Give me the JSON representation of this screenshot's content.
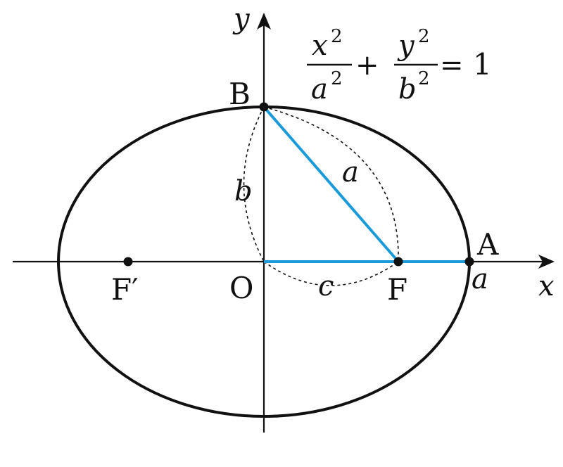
{
  "colors": {
    "ink": "#111111",
    "accent": "#1a9ad9"
  },
  "axes": {
    "x_label": "x",
    "y_label": "y"
  },
  "points": {
    "origin": "O",
    "B": "B",
    "A": "A",
    "F": "F",
    "F_prime": "F′"
  },
  "segment_labels": {
    "b": "b",
    "a_diag": "a",
    "c": "c",
    "a_axis": "a"
  },
  "equation": {
    "num1": "x",
    "den1": "a",
    "num2": "y",
    "den2": "b",
    "exp": "2",
    "plus": "+",
    "equals": "=",
    "rhs": "1"
  }
}
